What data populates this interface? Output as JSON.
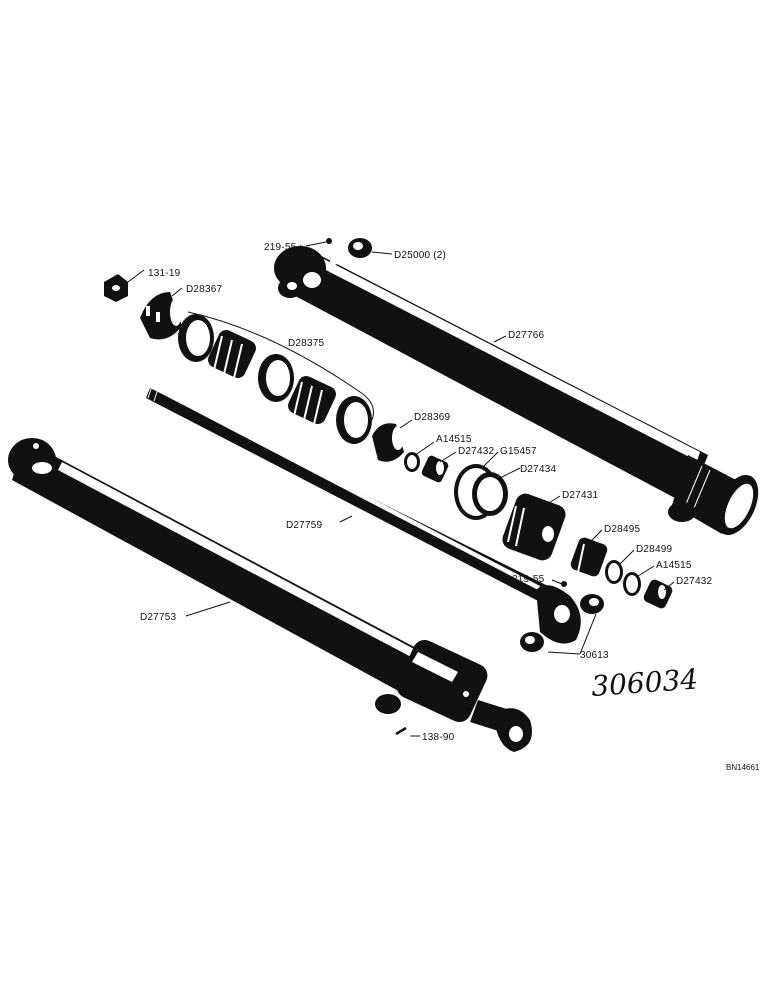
{
  "labels": {
    "l_219_55_top": "219-55",
    "l_d25000": "D25000 (2)",
    "l_131_19": "131-19",
    "l_d28367": "D28367",
    "l_d28375": "D28375",
    "l_d27766": "D27766",
    "l_d28369": "D28369",
    "l_a14515_a": "A14515",
    "l_d27432_a": "D27432",
    "l_g15457": "G15457",
    "l_d27434": "D27434",
    "l_d27431": "D27431",
    "l_d28495": "D28495",
    "l_d28499": "D28499",
    "l_a14515_b": "A14515",
    "l_d27432_b": "D27432",
    "l_d27759": "D27759",
    "l_219_55_mid": "219-55",
    "l_30613": "30613",
    "l_d27753": "D27753",
    "l_138_90": "138-90"
  },
  "handwritten_number": "306034",
  "drawing_id": "BN14661",
  "colors": {
    "ink": "#111111",
    "paper": "#ffffff"
  }
}
